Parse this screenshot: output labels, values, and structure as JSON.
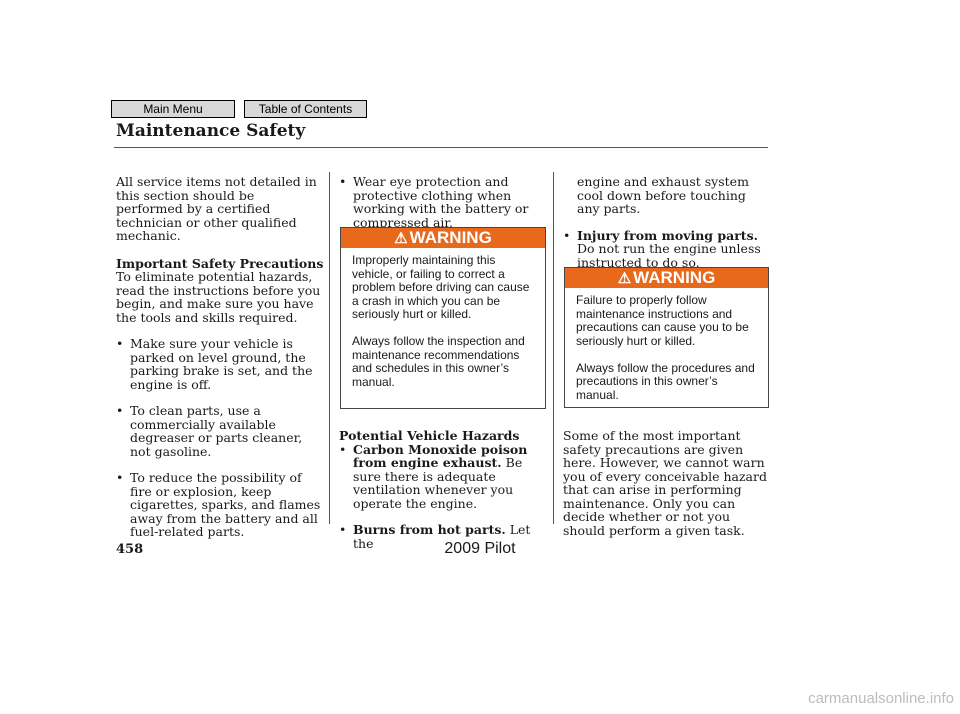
{
  "nav": {
    "main_menu": "Main Menu",
    "toc": "Table of Contents"
  },
  "page_title": "Maintenance Safety",
  "col1": {
    "intro": "All service items not detailed in this section should be performed by a certified technician or other qualified mechanic.",
    "heading": "Important Safety Precautions",
    "para": "To eliminate potential hazards, read the instructions before you begin, and make sure you have the tools and skills required.",
    "bullets": [
      "Make sure your vehicle is parked on level ground, the parking brake is set, and the engine is off.",
      "To clean parts, use a commercially available degreaser or parts cleaner, not gasoline.",
      "To reduce the possibility of fire or explosion, keep cigarettes, sparks, and flames away from the battery and all fuel-related parts."
    ]
  },
  "col2": {
    "bullet_top": "Wear eye protection and protective clothing when working with the battery or compressed air.",
    "warning": {
      "label": "WARNING",
      "p1": "Improperly maintaining this vehicle, or failing to correct a problem before driving can cause a crash in which you can be seriously hurt or killed.",
      "p2": "Always follow the inspection and maintenance recommendations and schedules in this owner’s manual."
    },
    "heading": "Potential Vehicle Hazards",
    "co_bold": "Carbon Monoxide poison from engine exhaust.",
    "co_text": " Be sure there is adequate ventilation whenever you operate the engine.",
    "burns_bold": "Burns from hot parts.",
    "burns_text": " Let the"
  },
  "col3": {
    "cont": "engine and exhaust system cool down before touching any parts.",
    "injury_bold": "Injury from moving parts.",
    "injury_text": " Do not run the engine unless instructed to do so.",
    "warning": {
      "label": "WARNING",
      "p1": "Failure to properly follow maintenance instructions and precautions can cause you to be seriously hurt or killed.",
      "p2": "Always follow the procedures and precautions in this owner’s manual."
    },
    "closing": "Some of the most important safety precautions are given here. However, we cannot warn you of every conceivable hazard that can arise in performing maintenance. Only you can decide whether or not you should perform a given task."
  },
  "page_number": "458",
  "footer": "2009  Pilot",
  "watermark": "carmanualsonline.info",
  "colors": {
    "warning_orange": "#e8681c"
  },
  "icons": {
    "warning": "warning-triangle-icon"
  }
}
